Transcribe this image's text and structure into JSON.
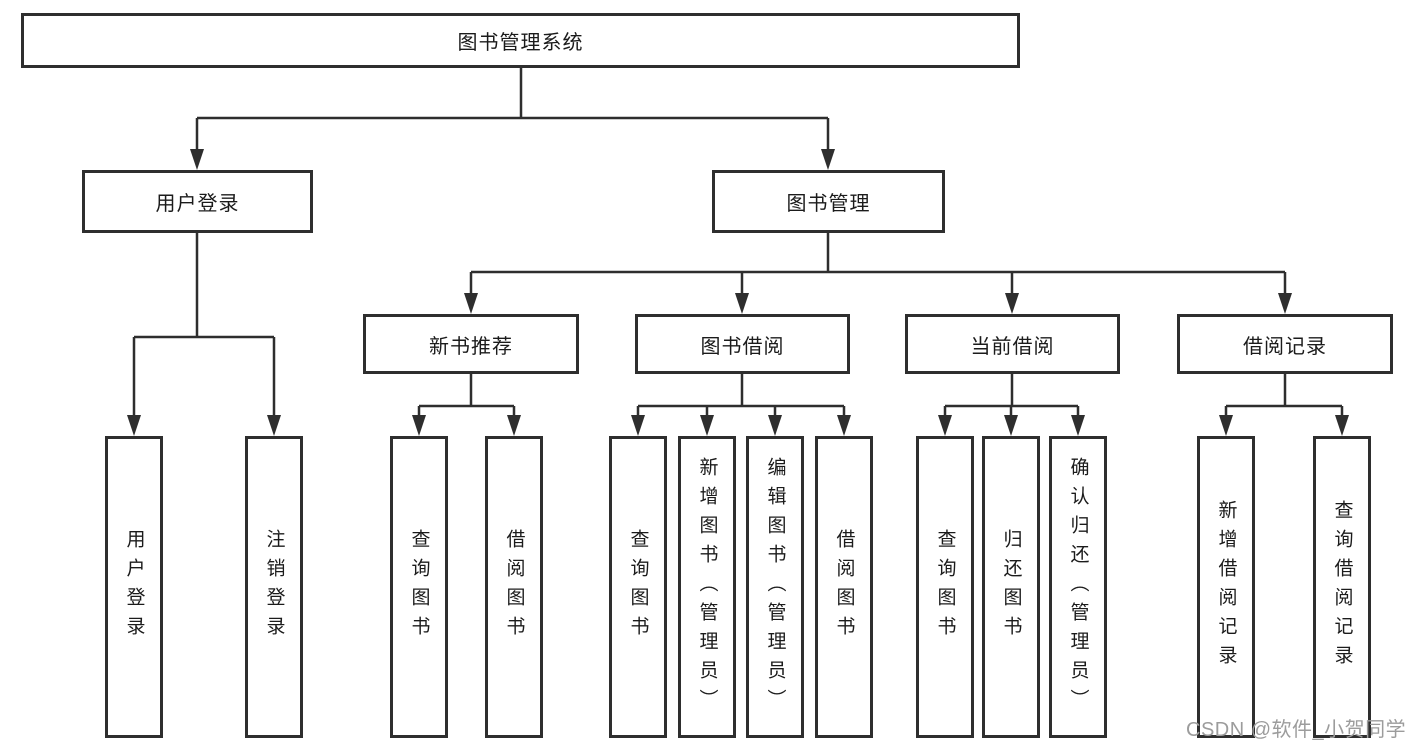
{
  "tree": {
    "root": {
      "label": "图书管理系统"
    },
    "user_login": {
      "label": "用户登录",
      "children": [
        {
          "label": "用户登录"
        },
        {
          "label": "注销登录"
        }
      ]
    },
    "book_mgmt": {
      "label": "图书管理",
      "sections": [
        {
          "label": "新书推荐",
          "children": [
            {
              "label": "查询图书"
            },
            {
              "label": "借阅图书"
            }
          ]
        },
        {
          "label": "图书借阅",
          "children": [
            {
              "label": "查询图书"
            },
            {
              "label": "新增图书（管理员）"
            },
            {
              "label": "编辑图书（管理员）"
            },
            {
              "label": "借阅图书"
            }
          ]
        },
        {
          "label": "当前借阅",
          "children": [
            {
              "label": "查询图书"
            },
            {
              "label": "归还图书"
            },
            {
              "label": "确认归还（管理员）"
            }
          ]
        },
        {
          "label": "借阅记录",
          "children": [
            {
              "label": "新增借阅记录"
            },
            {
              "label": "查询借阅记录"
            }
          ]
        }
      ]
    }
  },
  "watermark": {
    "text": "CSDN @软件_小贺同学"
  },
  "colors": {
    "line": "#2e2e2e",
    "text": "#1b1b1b",
    "box_bg": "#ffffff",
    "background": "#ffffff",
    "watermark": "#9c9c9c"
  }
}
